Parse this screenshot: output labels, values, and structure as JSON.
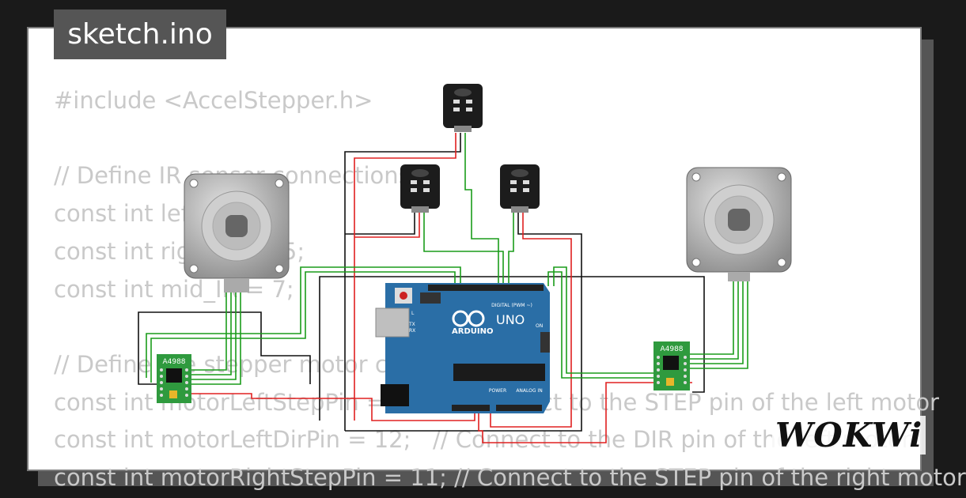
{
  "project": {
    "filename": "sketch.ino",
    "brand": "WOKWi"
  },
  "code": {
    "lines": [
      "#include <AccelStepper.h>",
      "",
      "// Define IR sensor connections",
      "const int left_IR = 4;",
      "const int right_IR = 5;",
      "const int mid_IR = 7;",
      "",
      "// Define the stepper motor connections",
      "const int motorLeftStepPin = 13;  // Connect to the STEP pin of the left motor",
      "const int motorLeftDirPin = 12;   // Connect to the DIR pin of the left motor",
      "const int motorRightStepPin = 11; // Connect to the STEP pin of the right motor"
    ]
  },
  "components": {
    "driver_label": "A4988",
    "arduino_brand": "ARDUINO",
    "arduino_model": "UNO",
    "digital_header": "DIGITAL (PWM ~)",
    "power_header": "POWER",
    "analog_header": "ANALOG IN",
    "on_label": "ON",
    "tx_label": "TX",
    "rx_label": "RX",
    "l_label": "L"
  },
  "colors": {
    "wire_green": "#1a9c1a",
    "wire_red": "#e02020",
    "wire_black": "#111111",
    "arduino_blue": "#2a6ea6",
    "driver_green": "#2f9a3e"
  }
}
